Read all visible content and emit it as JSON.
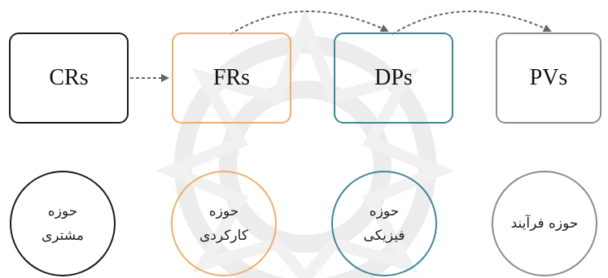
{
  "boxes": [
    {
      "label": "CRs",
      "color": "#1a1a1a"
    },
    {
      "label": "FRs",
      "color": "#f0ad70"
    },
    {
      "label": "DPs",
      "color": "#3f8796"
    },
    {
      "label": "PVs",
      "color": "#8c8c8c"
    }
  ],
  "circles": [
    {
      "line1": "حوزه",
      "line2": "مشتری",
      "color": "#1a1a1a"
    },
    {
      "line1": "حوزه",
      "line2": "کارکردی",
      "color": "#f0ad70"
    },
    {
      "line1": "حوزه",
      "line2": "فیزیکی",
      "color": "#3f8796"
    },
    {
      "line1": "حوزه فرآیند",
      "line2": "",
      "color": "#8c8c8c"
    }
  ],
  "arrow_color": "#666666"
}
